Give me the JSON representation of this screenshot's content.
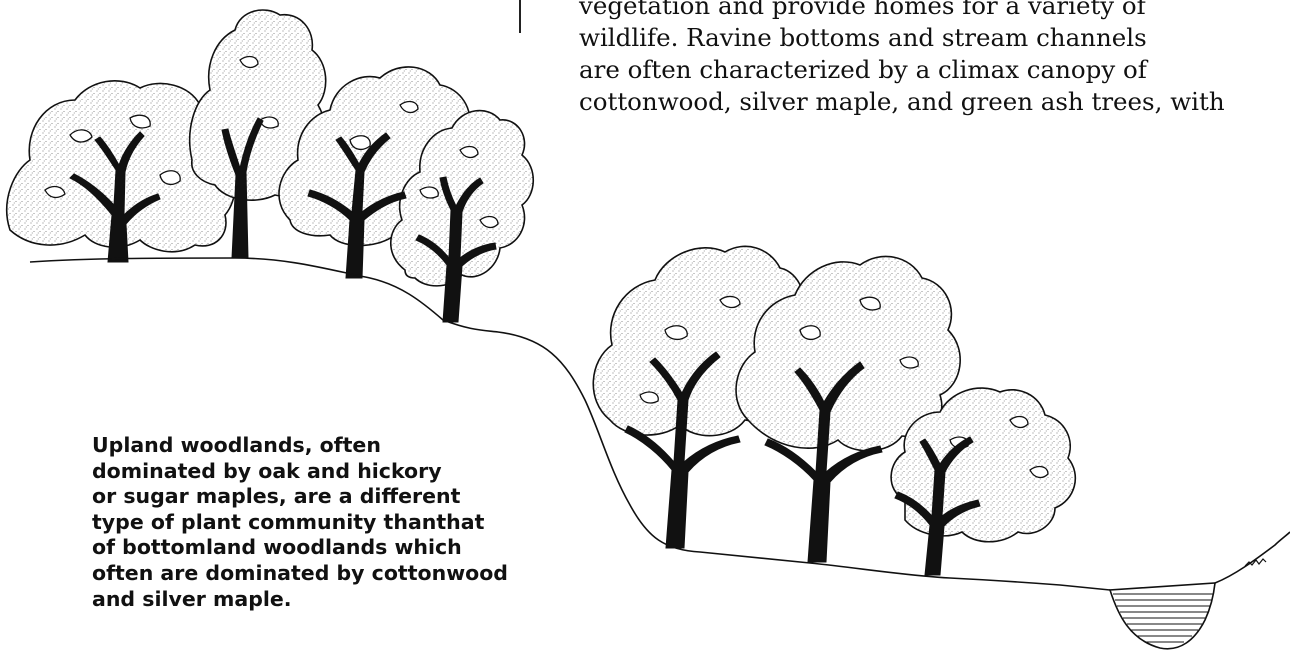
{
  "body_text": {
    "lines": [
      "vegetation and provide homes for a variety of",
      "wildlife.  Ravine bottoms and stream channels",
      "are often characterized by a climax canopy of",
      "cottonwood, silver maple, and green ash trees, with"
    ]
  },
  "caption": {
    "lines": [
      "Upland woodlands, often",
      "dominated by oak and hickory",
      "or sugar maples, are a different",
      "type of plant community thanthat",
      "of bottomland woodlands which",
      "often are dominated by cottonwood",
      "and silver maple."
    ]
  },
  "illustration": {
    "subjects": [
      "upland-trees",
      "hillside-slope",
      "bottomland-trees",
      "stream-channel"
    ],
    "colors": {
      "ink": "#111111",
      "canopy_fill": "#ffffff",
      "stipple": "#6a6a6a"
    }
  }
}
